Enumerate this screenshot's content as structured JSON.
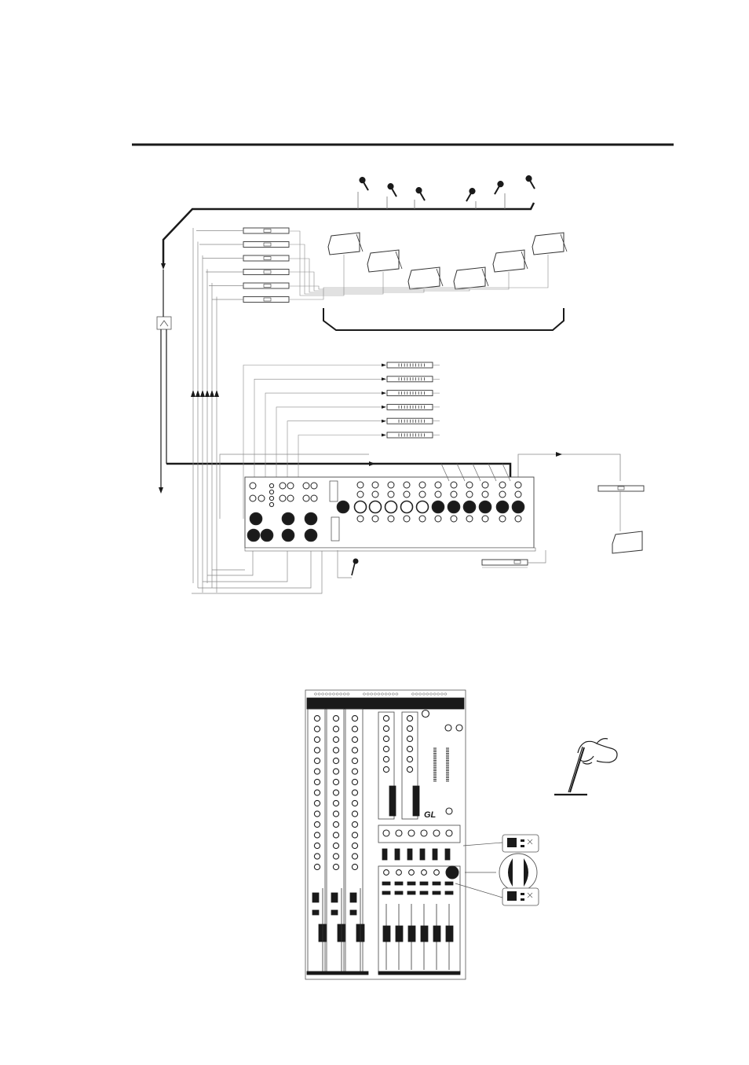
{
  "page": {
    "title": "",
    "colors": {
      "ink": "#1a1a1a",
      "line": "#555555",
      "paper": "#ffffff"
    }
  },
  "stage_setup": {
    "microphone_count": 6,
    "monitor_amplifier_count": 6,
    "monitor_wedge_count": 6,
    "graphic_eq_count": 6,
    "console_label": ""
  },
  "console_detail": {
    "logo_text": "GL",
    "callouts": [
      {
        "id": "aux-selector",
        "label": ""
      },
      {
        "id": "headphone-detail",
        "label": ""
      },
      {
        "id": "matrix-selector",
        "label": ""
      }
    ]
  },
  "icons": [
    "microphone-icon",
    "monitor-wedge-icon",
    "amplifier-icon",
    "graphic-eq-icon",
    "mixing-console-icon",
    "hand-pen-icon",
    "switch-detail-icon"
  ]
}
